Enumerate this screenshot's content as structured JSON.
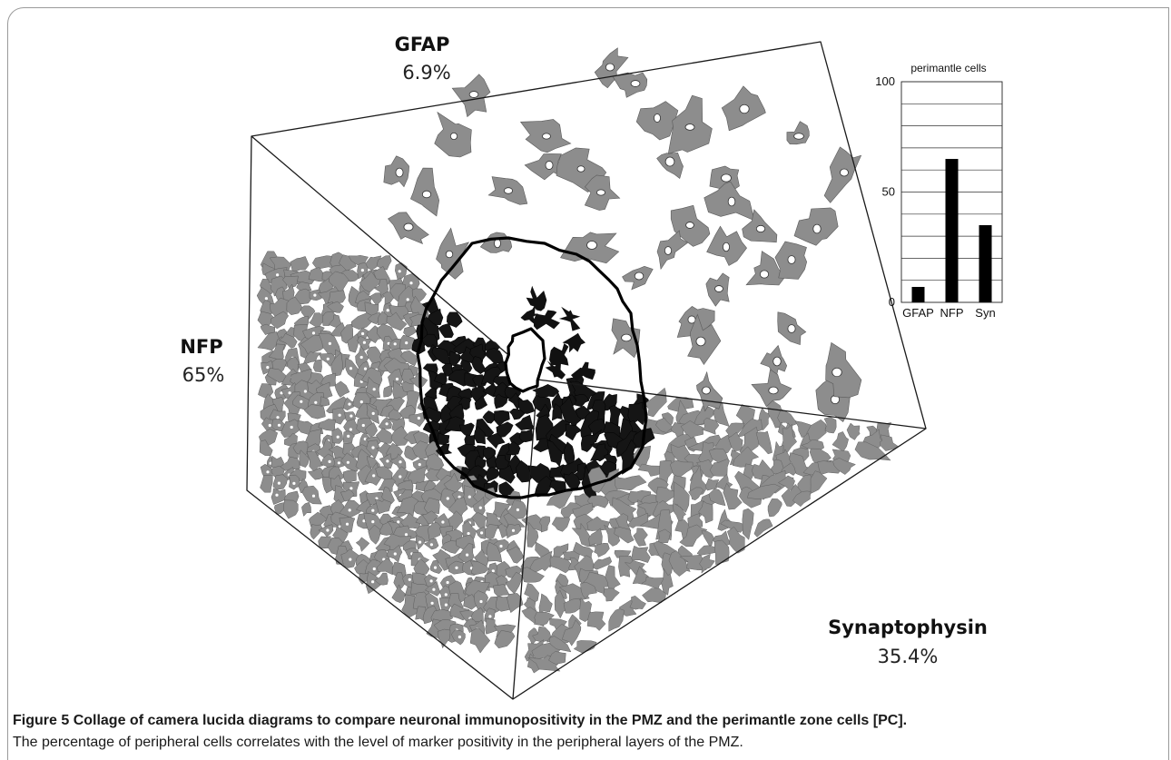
{
  "figure": {
    "panels": [
      {
        "name": "GFAP",
        "percent": "6.9%"
      },
      {
        "name": "NFP",
        "percent": "65%"
      },
      {
        "name": "Synaptophysin",
        "percent": "35.4%"
      }
    ]
  },
  "caption": {
    "label": "Figure 5",
    "title": "Collage of camera lucida diagrams to compare neuronal immunopositivity in the PMZ and the perimantle zone cells [PC].",
    "text": "The percentage of peripheral cells correlates with the level of marker positivity in the peripheral layers of the PMZ."
  },
  "chart_data": {
    "type": "bar",
    "title": "perimantle cells",
    "categories": [
      "GFAP",
      "NFP",
      "Syn"
    ],
    "values": [
      7,
      65,
      35
    ],
    "ylim": [
      0,
      100
    ],
    "yticks": [
      0,
      50,
      100
    ],
    "xlabel": "",
    "ylabel": "",
    "grid": true
  },
  "colors": {
    "cells": "#8d8d8d",
    "pmz_cells": "#151515",
    "pmz_outline": "#000000",
    "bars": "#000000",
    "frame": "#9a9a9a"
  }
}
